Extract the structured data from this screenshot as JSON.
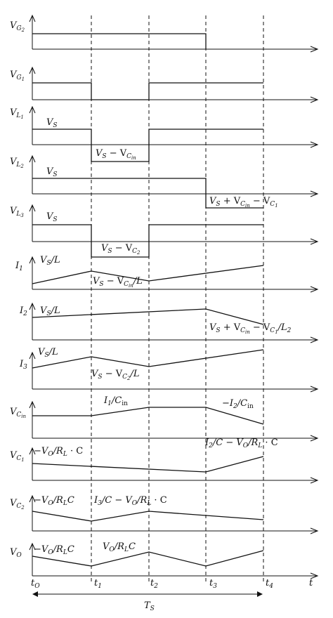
{
  "panels": [
    {
      "id": "vg2",
      "label": "V_G2"
    },
    {
      "id": "vg1",
      "label": "V_G1"
    },
    {
      "id": "vl1",
      "label": "V_L1",
      "notes": [
        "V_S",
        "V_S − V_Cin"
      ]
    },
    {
      "id": "vl2",
      "label": "V_L2",
      "notes": [
        "V_S",
        "V_S + V_Cin − V_C1"
      ]
    },
    {
      "id": "vl3",
      "label": "V_L3",
      "notes": [
        "V_S",
        "V_S − V_C2"
      ]
    },
    {
      "id": "i1",
      "label": "I_1",
      "notes": [
        "V_S/L",
        "V_S − V_Cin/L"
      ]
    },
    {
      "id": "i2",
      "label": "I_2",
      "notes": [
        "V_S/L",
        "V_S + V_Cin − V_C1/L_2"
      ]
    },
    {
      "id": "i3",
      "label": "I_3",
      "notes": [
        "V_S/L",
        "V_S − V_C2/L"
      ]
    },
    {
      "id": "vcin",
      "label": "V_Cin",
      "notes": [
        "I_1/C_in",
        "−I_2/C_in"
      ]
    },
    {
      "id": "vc1",
      "label": "V_C1",
      "notes": [
        "−V_O/R_L · C",
        "I_2/C − V_O/R_L · C"
      ]
    },
    {
      "id": "vc2",
      "label": "V_C2",
      "notes": [
        "−V_O/R_L C",
        "I_3/C − V_O/R_L · C"
      ]
    },
    {
      "id": "vo",
      "label": "V_O",
      "notes": [
        "−V_O/R_L C",
        "V_O/R_L C"
      ]
    }
  ],
  "time_labels": [
    "t_O",
    "t_1",
    "t_2",
    "t_3",
    "t_4",
    "t"
  ],
  "period_label": "T_S"
}
